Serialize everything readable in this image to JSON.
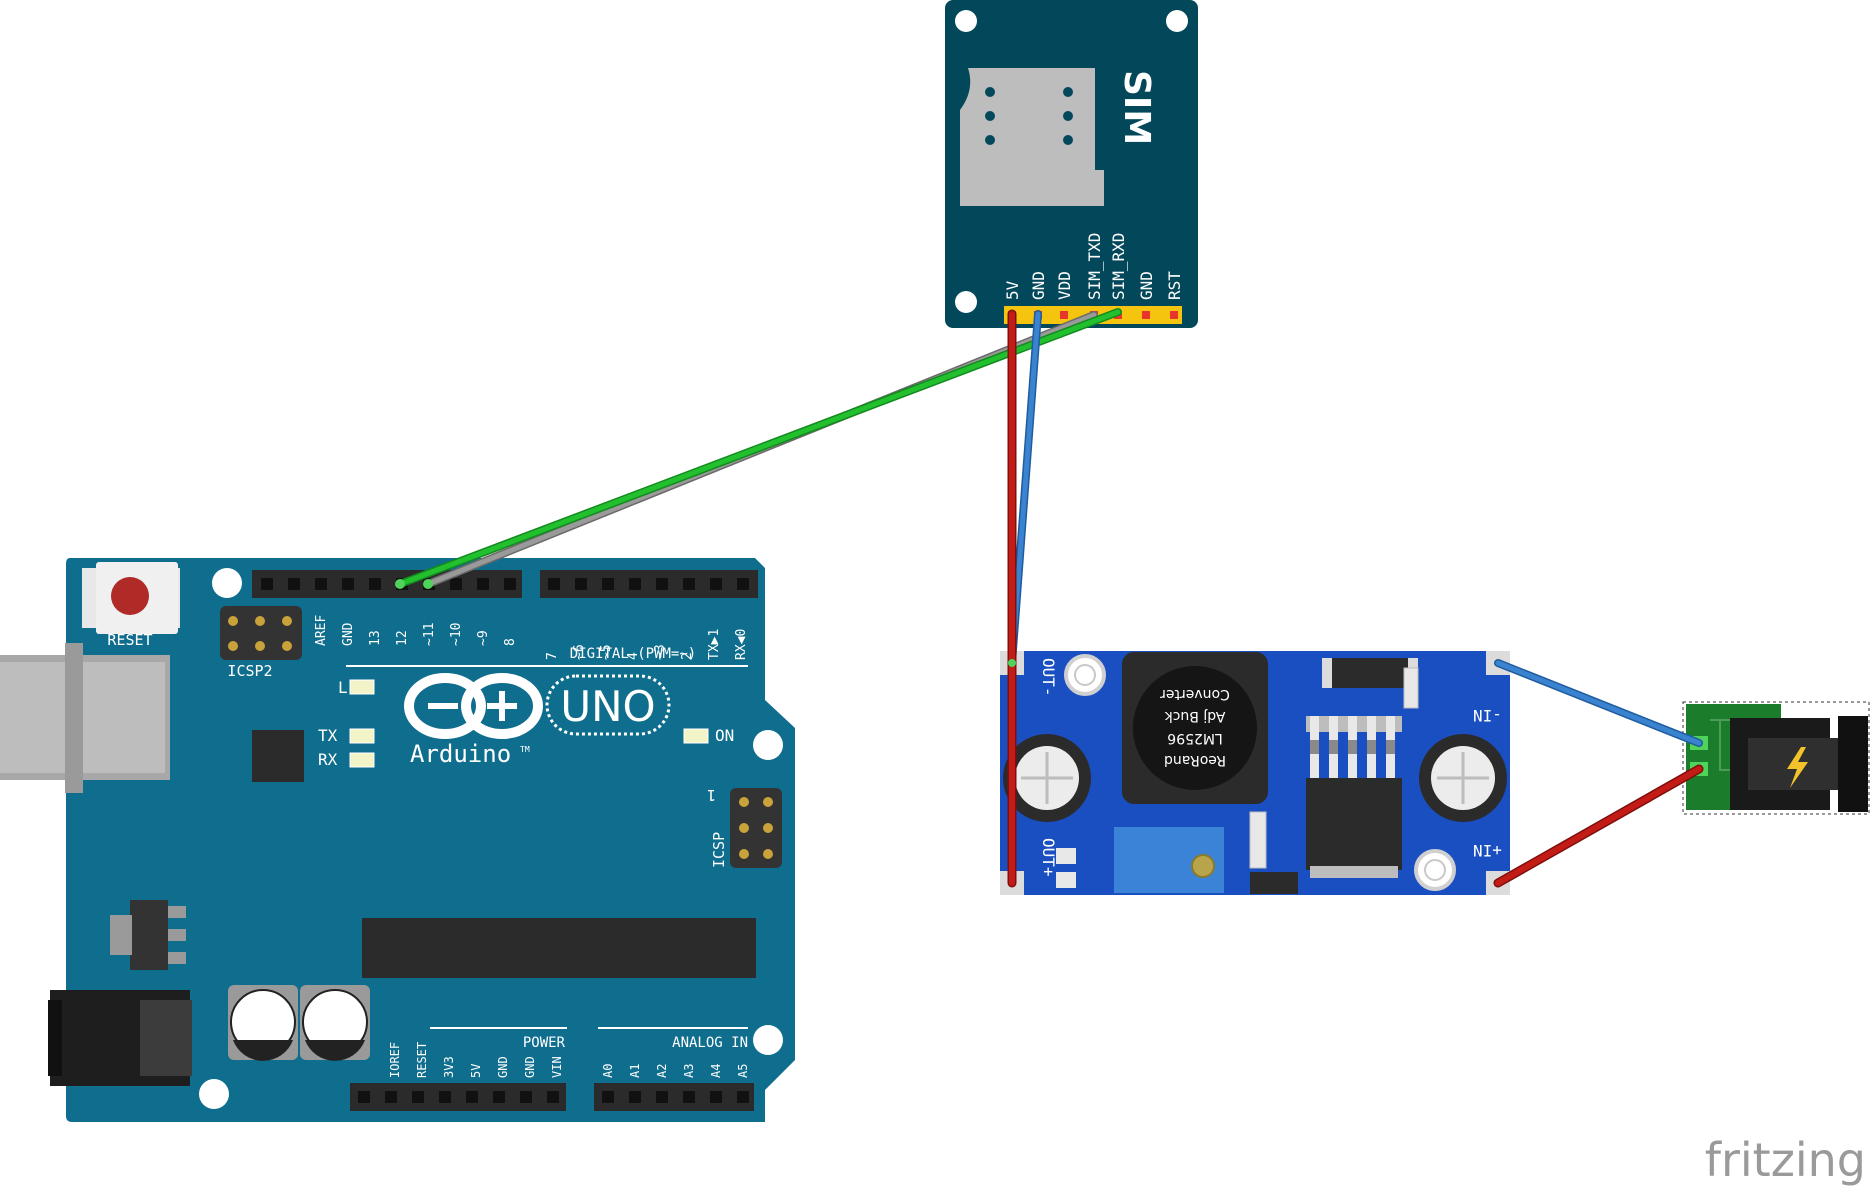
{
  "watermark": "fritzing",
  "arduino": {
    "reset_label": "RESET",
    "icsp2_label": "ICSP2",
    "icsp_label": "ICSP",
    "icsp_pin1": "1",
    "l_label": "L",
    "tx_label": "TX",
    "rx_label": "RX",
    "on_label": "ON",
    "brand": "Arduino",
    "tm": "TM",
    "model": "UNO",
    "digital_label": "DIGITAL (PWM=~)",
    "power_label": "POWER",
    "analog_label": "ANALOG IN",
    "digital_pins_left": [
      "AREF",
      "GND",
      "13",
      "12",
      "~11",
      "~10",
      "~9",
      "8"
    ],
    "digital_pins_right": [
      "7",
      "~6",
      "~5",
      "4",
      "~3",
      "2",
      "TX▶1",
      "RX◀0"
    ],
    "power_pins": [
      "IOREF",
      "RESET",
      "3V3",
      "5V",
      "GND",
      "GND",
      "VIN"
    ],
    "analog_pins": [
      "A0",
      "A1",
      "A2",
      "A3",
      "A4",
      "A5"
    ]
  },
  "sim_module": {
    "title": "SIM",
    "pins": [
      "5V",
      "GND",
      "VDD",
      "SIM_TXD",
      "SIM_RXD",
      "GND",
      "RST"
    ]
  },
  "buck_converter": {
    "chip_text": [
      "ReoRand",
      "LM2596",
      "Adj Buck",
      "Converter"
    ],
    "out_minus": "OUT-",
    "out_plus": "OUT+",
    "in_plus": "+IN",
    "in_minus": "-IN"
  },
  "power_jack": {
    "icon": "lightning-bolt-icon"
  },
  "colors": {
    "arduino_board": "#0f6d8e",
    "sim_board": "#03485a",
    "buck_board": "#1a4fc1",
    "wire_red": "#c31c16",
    "wire_blue": "#3a83d0",
    "wire_green": "#22c02e",
    "wire_gray": "#8a8a8a",
    "header_yellow": "#f5c40f"
  }
}
